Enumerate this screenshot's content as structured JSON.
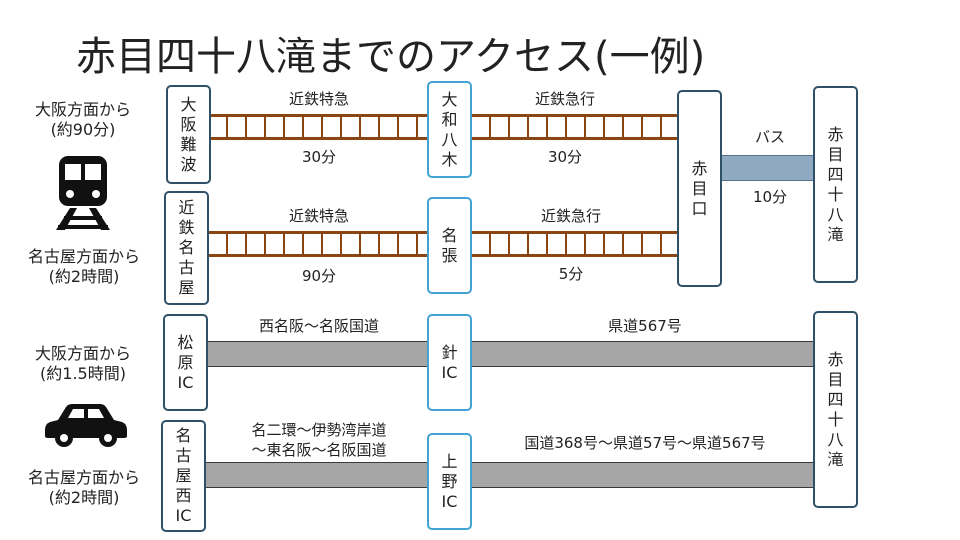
{
  "title": "赤目四十八滝までのアクセス(一例)",
  "origins": {
    "train_osaka": {
      "from": "大阪方面から",
      "time": "(約90分)"
    },
    "train_nagoya": {
      "from": "名古屋方面から",
      "time": "(約2時間)"
    },
    "car_osaka": {
      "from": "大阪方面から",
      "time": "(約1.5時間)"
    },
    "car_nagoya": {
      "from": "名古屋方面から",
      "time": "(約2時間)"
    }
  },
  "stations": {
    "osaka_namba": "大阪難波",
    "kintetsu_nagoya": "近鉄名古屋",
    "yamato_yagi": "大和八木",
    "nabari": "名張",
    "akameguchi": "赤目口",
    "akame_train": "赤目四十八滝",
    "matsubara_ic": "松原IC",
    "nagoya_nishi_ic": "名古屋西IC",
    "hari_ic": "針IC",
    "ueno_ic": "上野IC",
    "akame_car": "赤目四十八滝"
  },
  "segments": {
    "namba_yagi": {
      "line": "近鉄特急",
      "time": "30分"
    },
    "yagi_akameguchi": {
      "line": "近鉄急行",
      "time": "30分"
    },
    "nagoya_nabari": {
      "line": "近鉄特急",
      "time": "90分"
    },
    "nabari_akameguchi": {
      "line": "近鉄急行",
      "time": "5分"
    },
    "bus": {
      "line": "バス",
      "time": "10分"
    },
    "matsubara_hari": {
      "road": "西名阪〜名阪国道"
    },
    "hari_akame": {
      "road": "県道567号"
    },
    "nagoya_ueno": {
      "road_line1": "名二環〜伊勢湾岸道",
      "road_line2": "〜東名阪〜名阪国道"
    },
    "ueno_akame": {
      "road": "国道368号〜県道57号〜県道567号"
    }
  },
  "icons": {
    "train": "train-icon",
    "car": "car-icon"
  },
  "colors": {
    "box_border": "#2f5168",
    "mid_box_border": "#41a4d4",
    "rail": "#8b4513",
    "road": "#a6a6a6",
    "bus": "#8ea9c1"
  }
}
